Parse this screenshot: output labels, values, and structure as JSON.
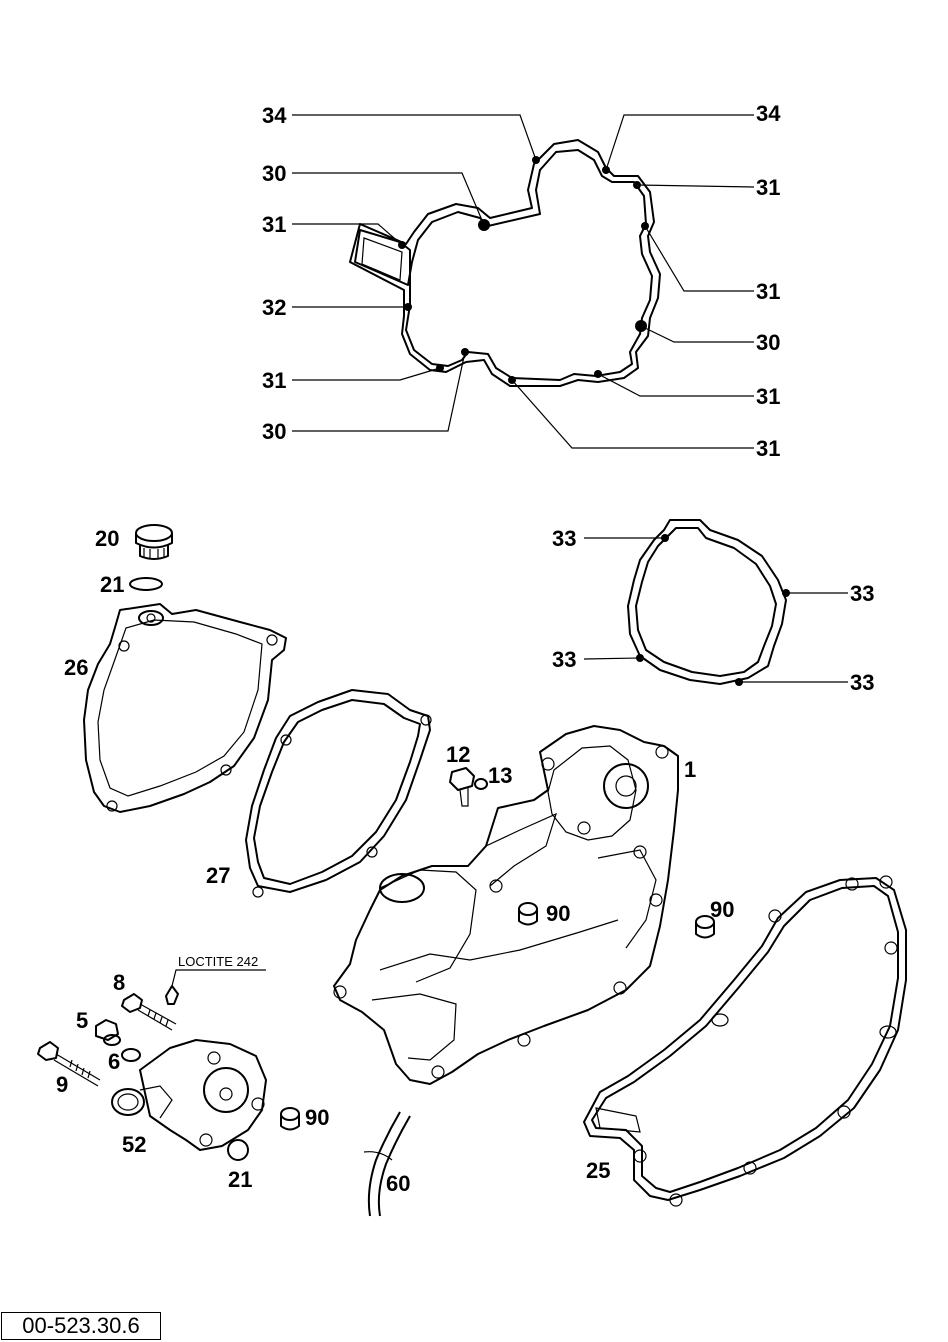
{
  "callouts": {
    "top_34_left": "34",
    "top_34_right": "34",
    "top_30_a": "30",
    "top_31_a": "31",
    "top_31_b": "31",
    "top_32": "32",
    "top_31_c": "31",
    "top_30_b": "30",
    "top_31_d": "31",
    "top_30_c": "30",
    "top_31_e": "31",
    "top_31_f": "31",
    "p20": "20",
    "p21_top": "21",
    "p26": "26",
    "p27": "27",
    "p33_a": "33",
    "p33_b": "33",
    "p33_c": "33",
    "p33_d": "33",
    "p12": "12",
    "p13": "13",
    "p1": "1",
    "p90_a": "90",
    "p90_b": "90",
    "p90_c": "90",
    "p8": "8",
    "p5": "5",
    "p6": "6",
    "p9": "9",
    "p52": "52",
    "p21_bottom": "21",
    "p60": "60",
    "p25": "25"
  },
  "notes": {
    "loctite": "LOCTITE 242"
  },
  "reference_number": "00-523.30.6"
}
